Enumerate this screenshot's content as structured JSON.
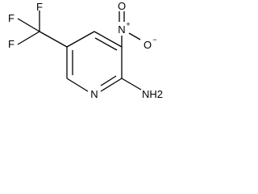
{
  "molecule": {
    "atoms": {
      "fluorine_top": "F",
      "fluorine_left": "F",
      "fluorine_bottom": "F",
      "nitro_nitrogen": "N",
      "nitro_plus": "+",
      "nitro_oxygen_top": "O",
      "nitro_oxygen_right": "O",
      "nitro_minus": "−",
      "ring_nitrogen": "N",
      "amine": "NH2"
    }
  }
}
